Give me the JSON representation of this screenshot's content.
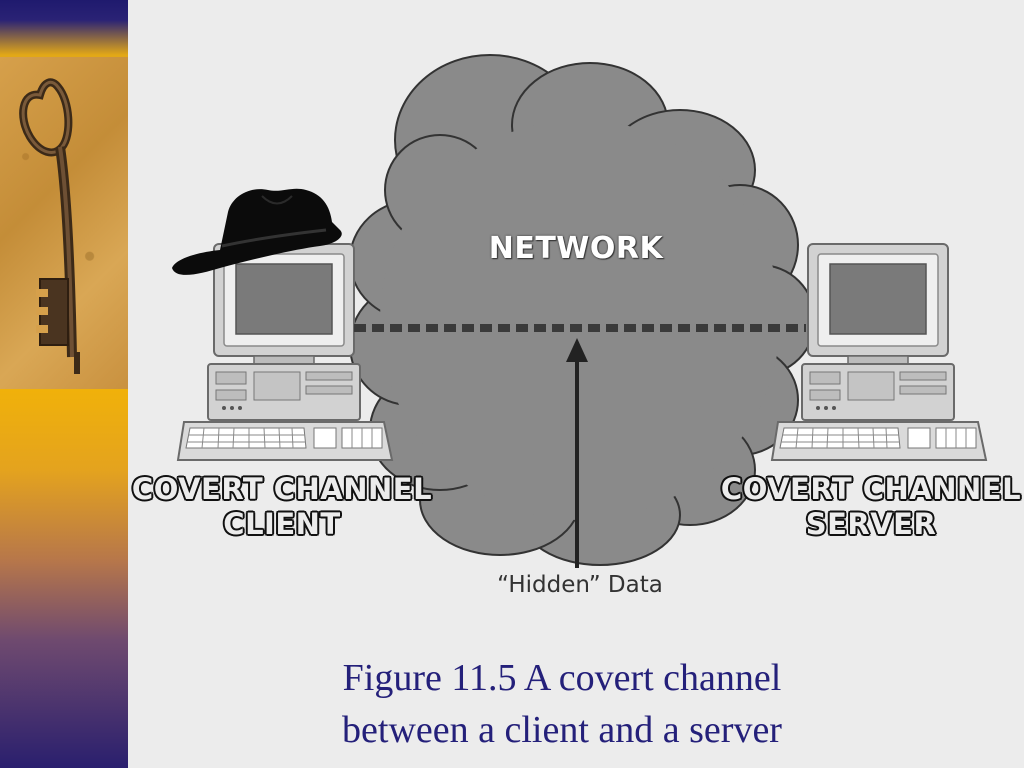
{
  "sidebar": {
    "photo_icon": "skeleton-key-icon"
  },
  "diagram": {
    "cloud_label": "NETWORK",
    "client_label_lines": [
      "COVERT CHANNEL",
      "CLIENT"
    ],
    "server_label_lines": [
      "COVERT CHANNEL",
      "SERVER"
    ],
    "arrow_label": "“Hidden” Data",
    "icons": {
      "client": "desktop-computer-icon",
      "server": "desktop-computer-icon",
      "hat": "fedora-hat-icon",
      "network": "cloud-icon"
    },
    "colors": {
      "cloud": "#8a8a8a",
      "channel_line": "#3a3a3a",
      "computer": "#d2d2d2"
    }
  },
  "caption": {
    "lines": [
      "Figure 11.5  A covert channel",
      "between a client and a server"
    ],
    "color": "#24207a"
  }
}
